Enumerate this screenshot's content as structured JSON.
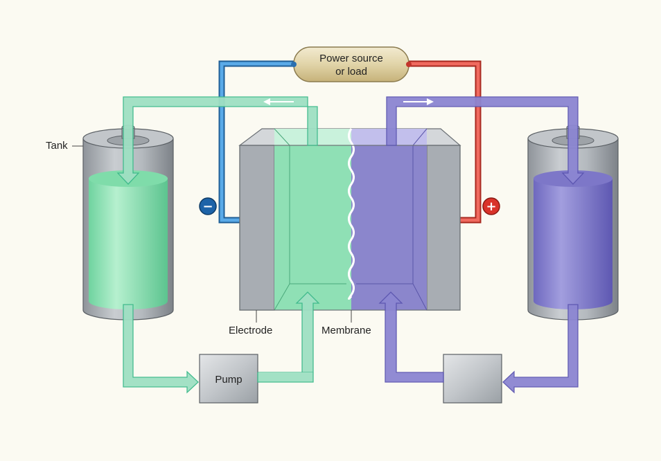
{
  "diagram": {
    "power_source_line1": "Power source",
    "power_source_line2": "or load",
    "tank_label": "Tank",
    "electrode_label": "Electrode",
    "membrane_label": "Membrane",
    "pump_label": "Pump",
    "negative_sign": "−",
    "positive_sign": "+",
    "colors": {
      "background": "#fbfaf2",
      "green_fluid": "#8fe0b5",
      "green_pipe": "#9fe0c3",
      "green_pipe_edge": "#3cb98a",
      "purple_fluid": "#8b86cc",
      "purple_pipe": "#8c86d2",
      "purple_pipe_edge": "#5b55b0",
      "wire_blue": "#3a8fd6",
      "wire_red": "#e8453c",
      "steel": "#a8adb3"
    },
    "icons": [
      "negative-terminal-icon",
      "positive-terminal-icon",
      "flow-arrow-left-icon",
      "flow-arrow-right-icon"
    ]
  }
}
